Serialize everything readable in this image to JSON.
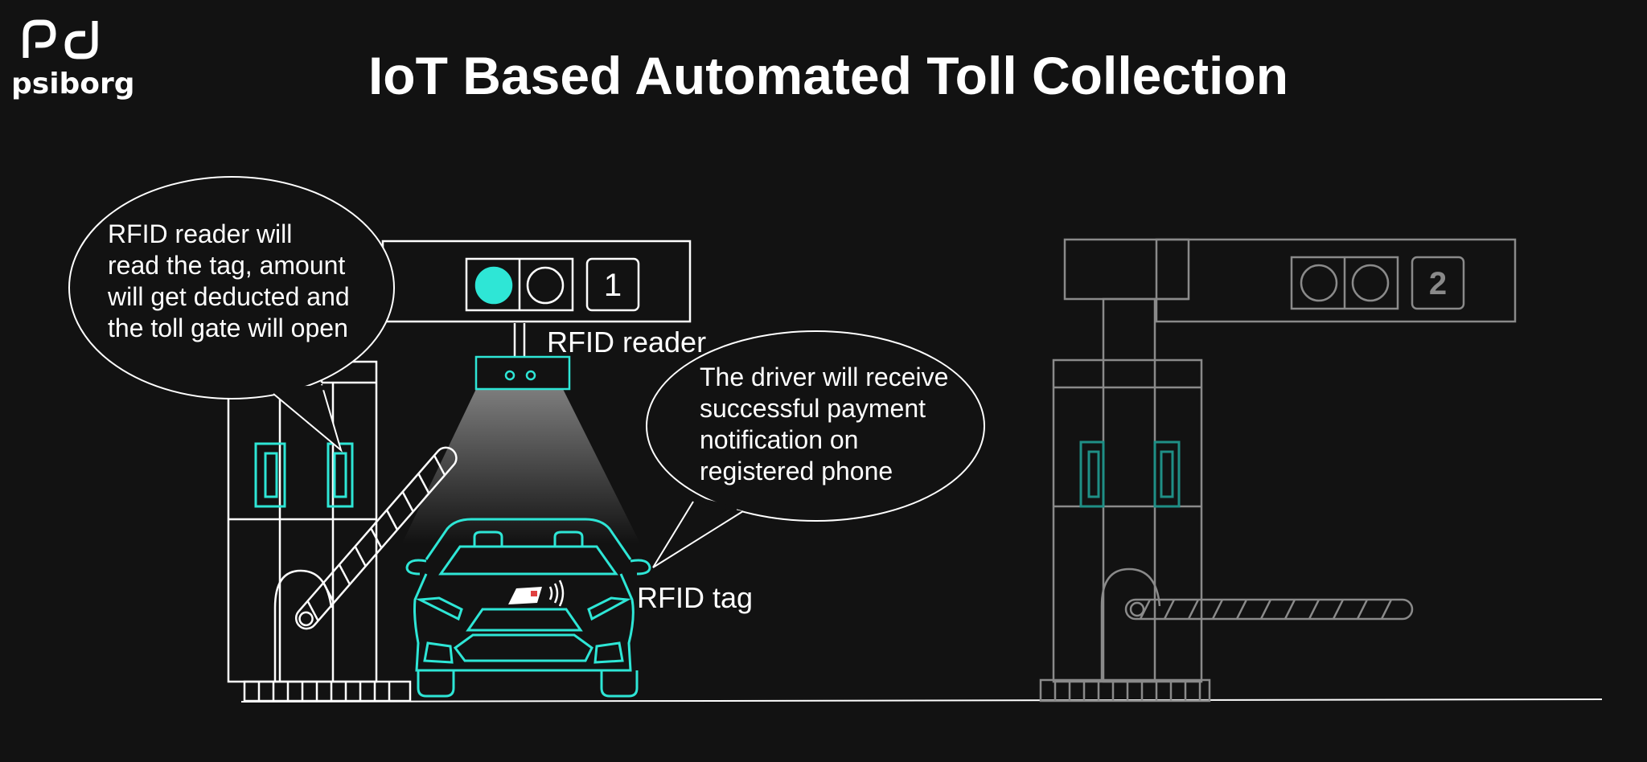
{
  "brand": {
    "name": "psiborg"
  },
  "title": "IoT Based Automated Toll Collection",
  "bubbles": {
    "reader_bubble": [
      "RFID reader will",
      "read the tag, amount",
      "will get deducted and",
      "the toll gate will open"
    ],
    "driver_bubble": [
      "The driver will receive",
      "successful payment",
      "notification on",
      "registered phone"
    ]
  },
  "labels": {
    "rfid_reader": "RFID reader",
    "rfid_tag": "RFID tag"
  },
  "lanes": [
    {
      "number": "1",
      "gate": "open",
      "light": "active"
    },
    {
      "number": "2",
      "gate": "closed",
      "light": "inactive"
    }
  ],
  "colors": {
    "background": "#121212",
    "accent": "#2ee6d6",
    "active_line": "#ffffff",
    "inactive_line": "#8a8a8a",
    "inactive_accent": "#1f8f86"
  }
}
